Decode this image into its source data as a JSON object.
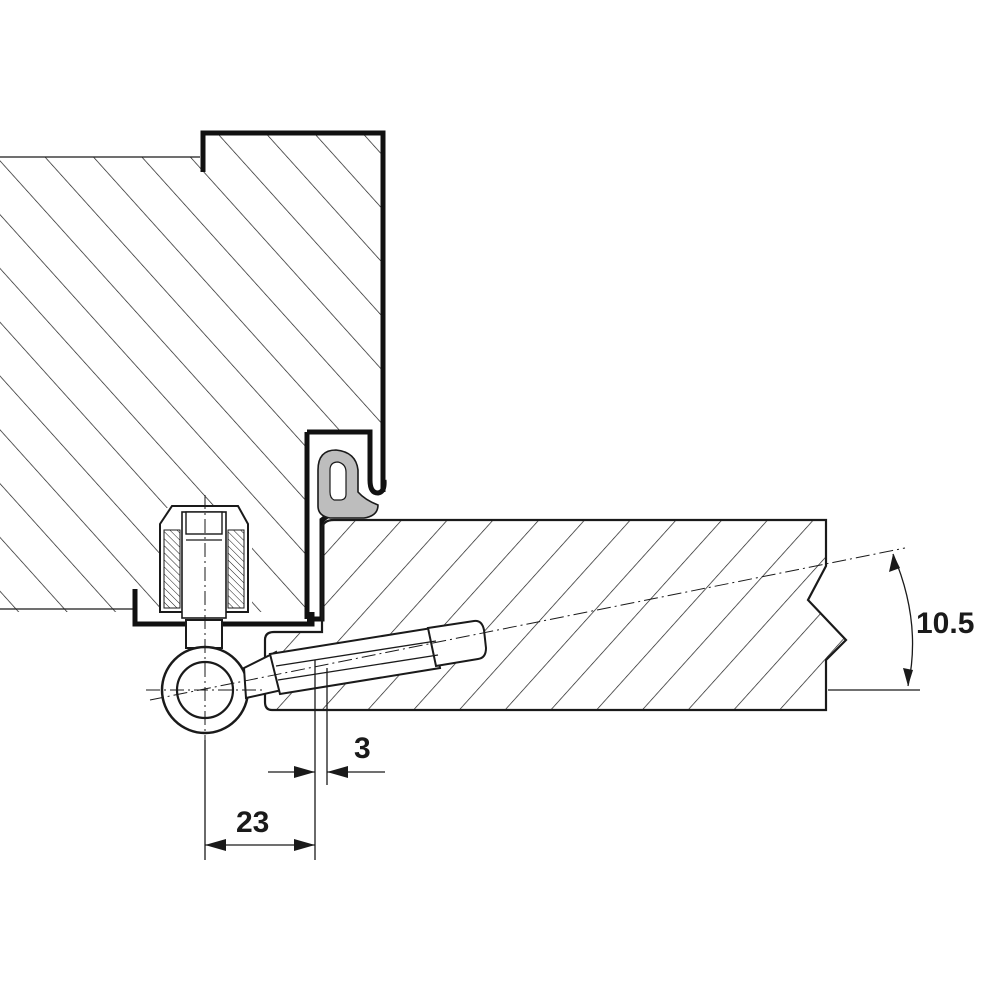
{
  "drawing": {
    "dimensions": {
      "gap": "3",
      "hinge_offset": "23",
      "angle_offset": "10.5"
    },
    "colors": {
      "line": "#1a1a1a",
      "frame_profile": "#111111",
      "seal": "#bdbdbd",
      "background": "#ffffff"
    }
  }
}
